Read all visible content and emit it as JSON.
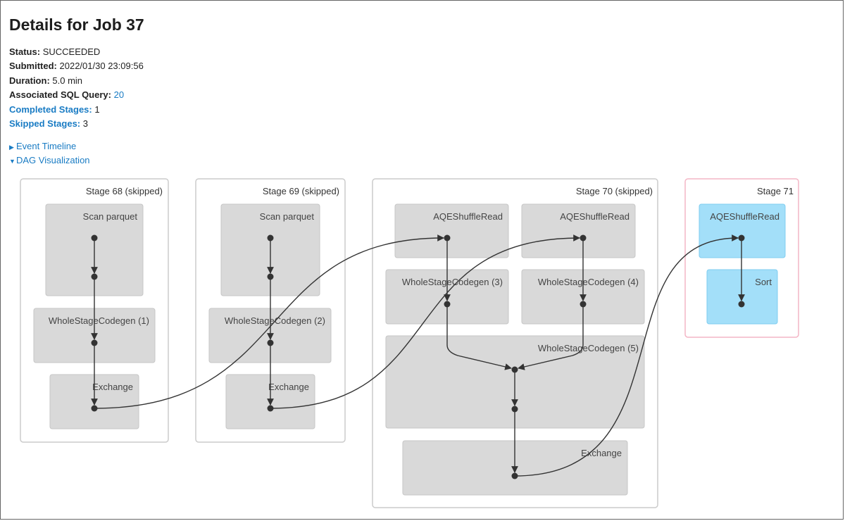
{
  "page": {
    "title": "Details for Job 37"
  },
  "summary": {
    "status_label": "Status:",
    "status_value": "SUCCEEDED",
    "submitted_label": "Submitted:",
    "submitted_value": "2022/01/30 23:09:56",
    "duration_label": "Duration:",
    "duration_value": "5.0 min",
    "sql_label": "Associated SQL Query:",
    "sql_value": "20",
    "completed_label": "Completed Stages:",
    "completed_value": "1",
    "skipped_label": "Skipped Stages:",
    "skipped_value": "3"
  },
  "toggles": {
    "event_timeline": {
      "label": "Event Timeline",
      "icon": "triangle-right-icon",
      "expanded": false
    },
    "dag_visualization": {
      "label": "DAG Visualization",
      "icon": "triangle-down-icon",
      "expanded": true
    }
  },
  "colors": {
    "link": "#1a7cc4",
    "skipped_node": "#d9d9d9",
    "active_node": "#a3dff9",
    "active_stage_border": "#f4b6c6"
  },
  "dag": {
    "stages": [
      {
        "id": "stage-68",
        "label": "Stage 68 (skipped)",
        "skipped": true,
        "nodes": [
          {
            "label": "Scan parquet"
          },
          {
            "label": "WholeStageCodegen (1)"
          },
          {
            "label": "Exchange"
          }
        ]
      },
      {
        "id": "stage-69",
        "label": "Stage 69 (skipped)",
        "skipped": true,
        "nodes": [
          {
            "label": "Scan parquet"
          },
          {
            "label": "WholeStageCodegen (2)"
          },
          {
            "label": "Exchange"
          }
        ]
      },
      {
        "id": "stage-70",
        "label": "Stage 70 (skipped)",
        "skipped": true,
        "nodes": [
          {
            "label": "AQEShuffleRead"
          },
          {
            "label": "AQEShuffleRead"
          },
          {
            "label": "WholeStageCodegen (3)"
          },
          {
            "label": "WholeStageCodegen (4)"
          },
          {
            "label": "WholeStageCodegen (5)"
          },
          {
            "label": "Exchange"
          }
        ]
      },
      {
        "id": "stage-71",
        "label": "Stage 71",
        "skipped": false,
        "nodes": [
          {
            "label": "AQEShuffleRead"
          },
          {
            "label": "Sort"
          }
        ]
      }
    ]
  }
}
